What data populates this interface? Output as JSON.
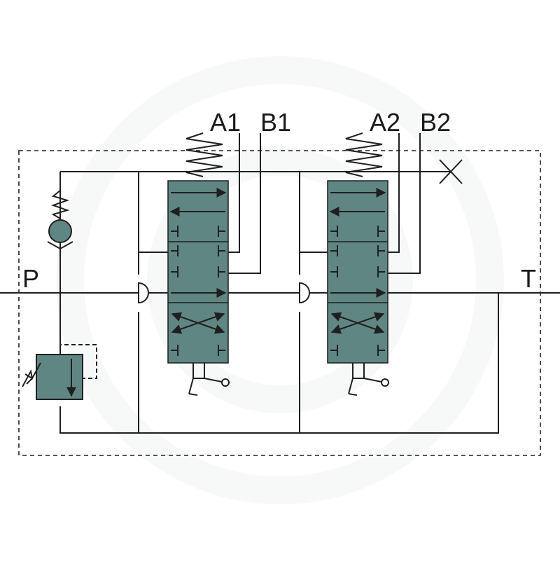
{
  "diagram": {
    "ports": {
      "p": "P",
      "t": "T",
      "a1": "A1",
      "b1": "B1",
      "a2": "A2",
      "b2": "B2"
    },
    "colors": {
      "valve_fill": "#5f8682",
      "relief_fill": "#aebfbc",
      "line": "#1f1f1f",
      "background": "#ffffff"
    }
  }
}
